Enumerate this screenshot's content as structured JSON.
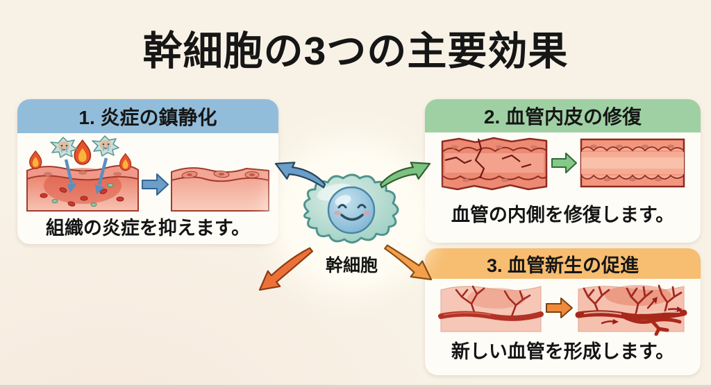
{
  "title": "幹細胞の3つの主要効果",
  "center_cell": {
    "label": "幹細胞"
  },
  "panels": {
    "inflammation": {
      "heading": "1. 炎症の鎮静化",
      "caption": "組織の炎症を抑えます。",
      "header_color": "#92bdda"
    },
    "endothelium": {
      "heading": "2. 血管内皮の修復",
      "caption": "血管の内側を修復します。",
      "header_color": "#9fd0a3"
    },
    "angiogenesis": {
      "heading": "3. 血管新生の促進",
      "caption": "新しい血管を形成します。",
      "header_color": "#f7bd70"
    }
  },
  "colors": {
    "background": "#f8f2e6",
    "card": "#fdfcf7",
    "arrow_blue": "#6b9ec9",
    "arrow_green": "#7cc381",
    "arrow_orange": "#ee8440",
    "tissue_red": "#e8765f",
    "vessel_red": "#b23226",
    "text": "#161616"
  }
}
